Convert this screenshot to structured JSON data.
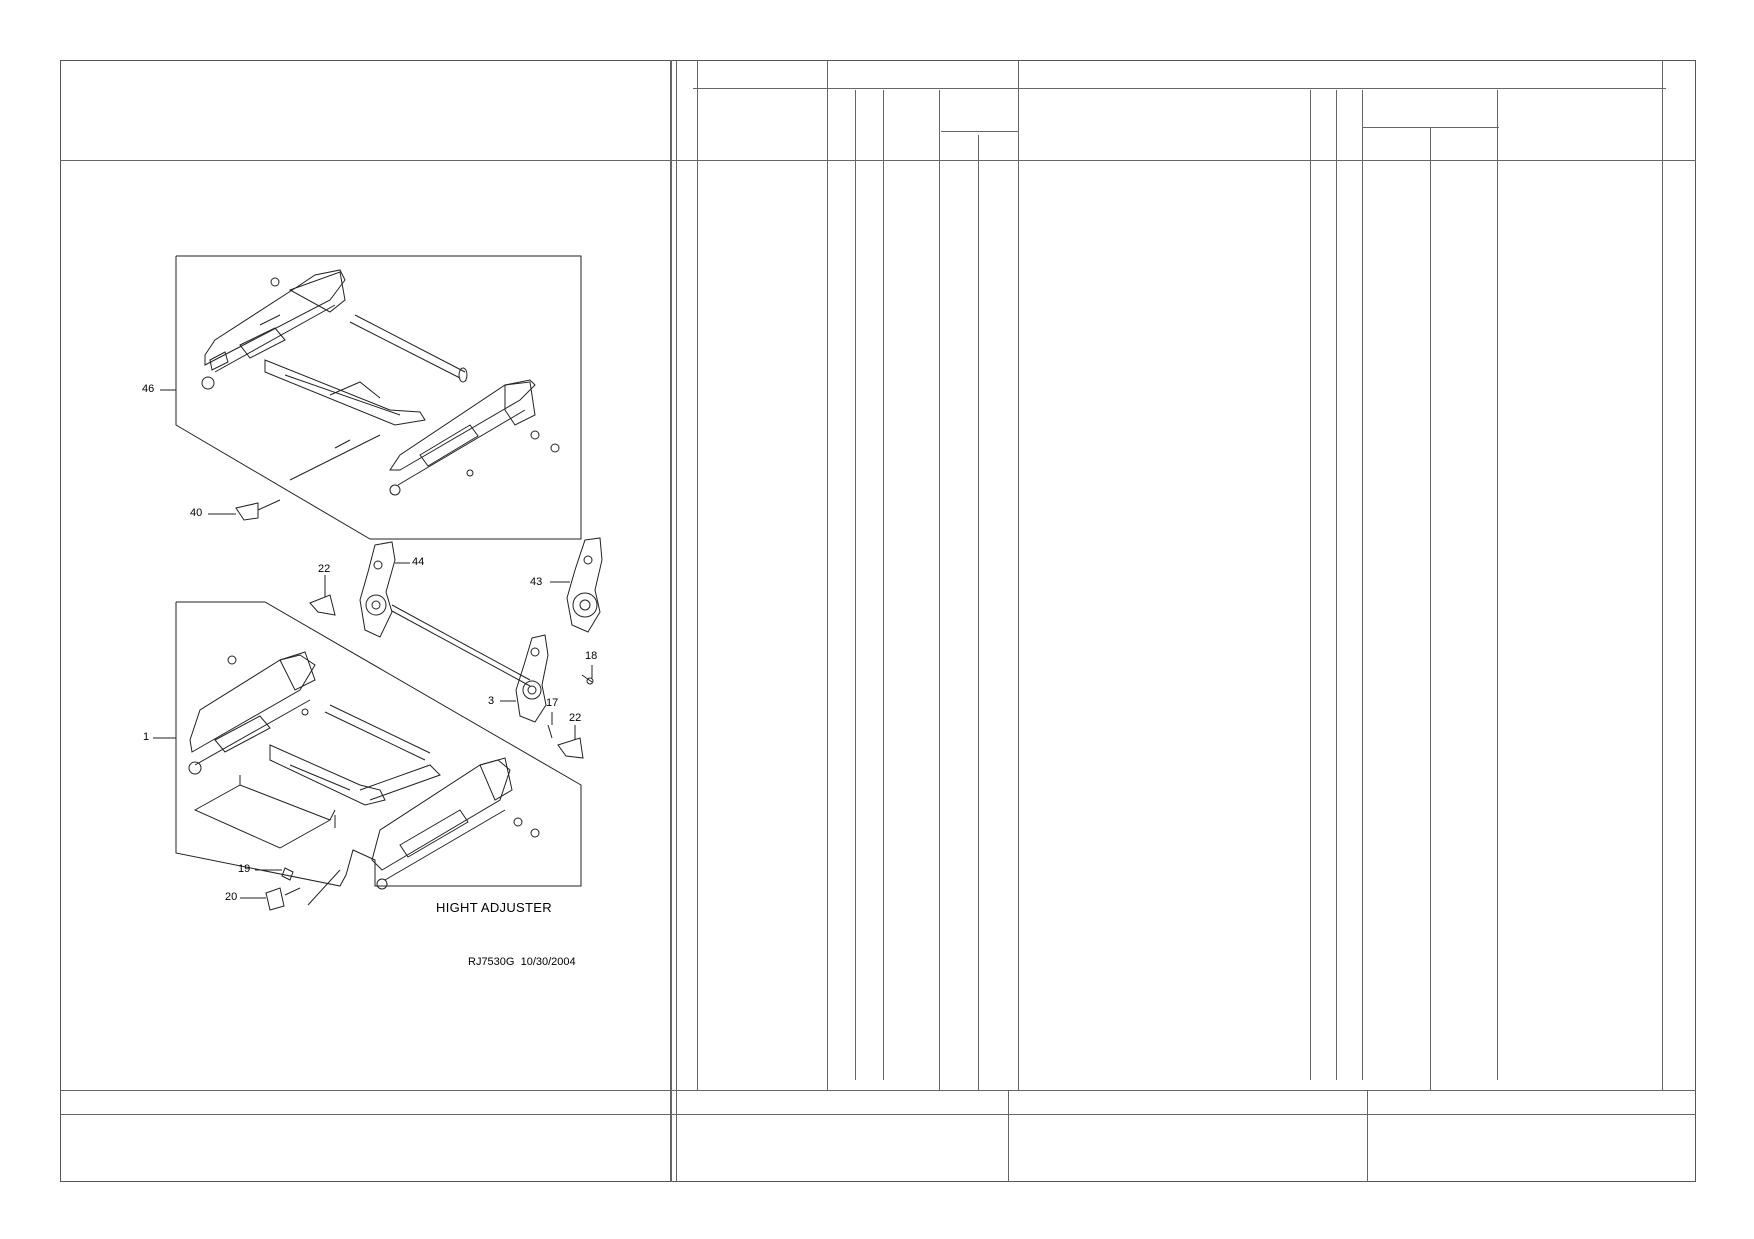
{
  "illustration": {
    "caption": "HIGHT ADJUSTER",
    "reference": "RJ7530G  10/30/2004",
    "callouts": [
      "46",
      "40",
      "44",
      "43",
      "22",
      "18",
      "3",
      "17",
      "22",
      "1",
      "19",
      "20"
    ]
  }
}
